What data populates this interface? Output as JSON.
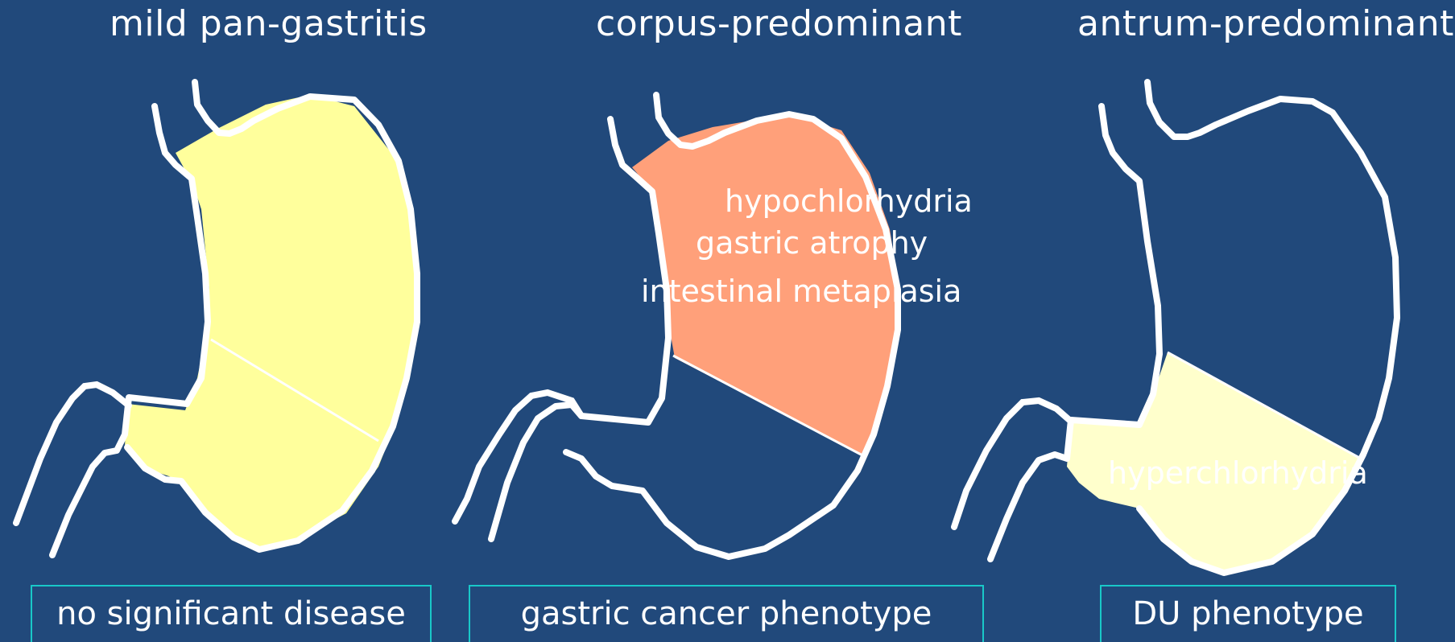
{
  "panels": [
    {
      "title": "mild pan-gastritis",
      "caption": "no significant disease",
      "fill_color": "#ffff9c",
      "labels": []
    },
    {
      "title": "corpus-predominant",
      "caption": "gastric cancer phenotype",
      "fill_color": "#ffa07a",
      "labels": [
        "hypochlorhydria",
        "gastric atrophy",
        "intestinal metaplasia"
      ]
    },
    {
      "title": "antrum-predominant",
      "caption": "DU phenotype",
      "fill_color": "#ffffcc",
      "labels": [
        "hyperchlorhydria"
      ]
    }
  ],
  "colors": {
    "background": "#21497b",
    "outline": "#ffffff",
    "caption_border": "#19c8c8"
  }
}
